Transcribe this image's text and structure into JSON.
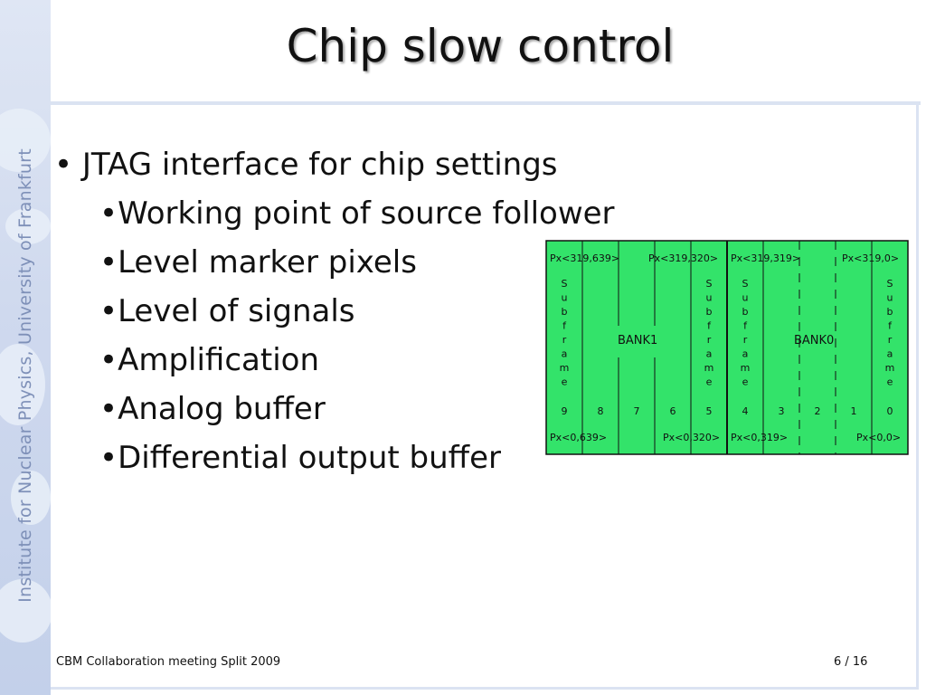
{
  "sidebar": {
    "text": "Institute for Nuclear Physics, University of Frankfurt"
  },
  "slide": {
    "title": "Chip slow control"
  },
  "bullets": [
    {
      "level": 1,
      "text": "JTAG interface for chip settings"
    },
    {
      "level": 2,
      "text": "Working point of source follower"
    },
    {
      "level": 2,
      "text": "Level marker pixels"
    },
    {
      "level": 2,
      "text": "Level of signals"
    },
    {
      "level": 2,
      "text": "Amplification"
    },
    {
      "level": 2,
      "text": "Analog buffer"
    },
    {
      "level": 2,
      "text": "Differential output buffer"
    }
  ],
  "diagram": {
    "fill_color": "#33e36a",
    "top_labels": [
      "Px<319,639>",
      "Px<319,320>",
      "Px<319,319>",
      "Px<319,0>"
    ],
    "bottom_labels": [
      "Px<0,639>",
      "Px<0,320>",
      "Px<0,319>",
      "Px<0,0>"
    ],
    "bank_labels": [
      "BANK1",
      "BANK0"
    ],
    "subframe_word": "Subframe",
    "column_numbers": [
      "9",
      "8",
      "7",
      "6",
      "5",
      "4",
      "3",
      "2",
      "1",
      "0"
    ]
  },
  "footer": {
    "left": "CBM Collaboration meeting Split 2009",
    "right": "6 / 16"
  }
}
